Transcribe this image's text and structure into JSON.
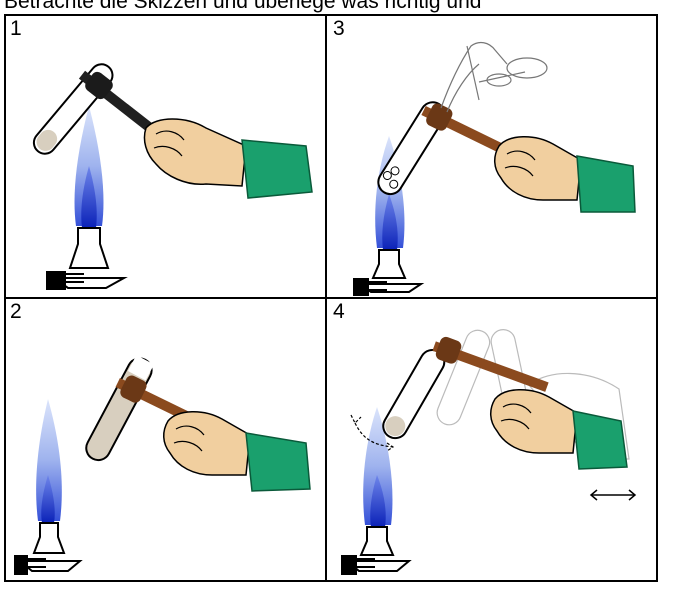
{
  "header": {
    "text": "Betrachte die Skizzen und überlege was richtig und"
  },
  "panels": [
    {
      "number": "1"
    },
    {
      "number": "3"
    },
    {
      "number": "2"
    },
    {
      "number": "4"
    }
  ],
  "colors": {
    "flame_outer": "#9fb3ee",
    "flame_inner": "#1c35c8",
    "tube_fill": "#d8cfbf",
    "holder_wood": "#8b4a1e",
    "holder_dark": "#202020",
    "skin": "#f1cf9f",
    "sleeve": "#1aa06d"
  }
}
